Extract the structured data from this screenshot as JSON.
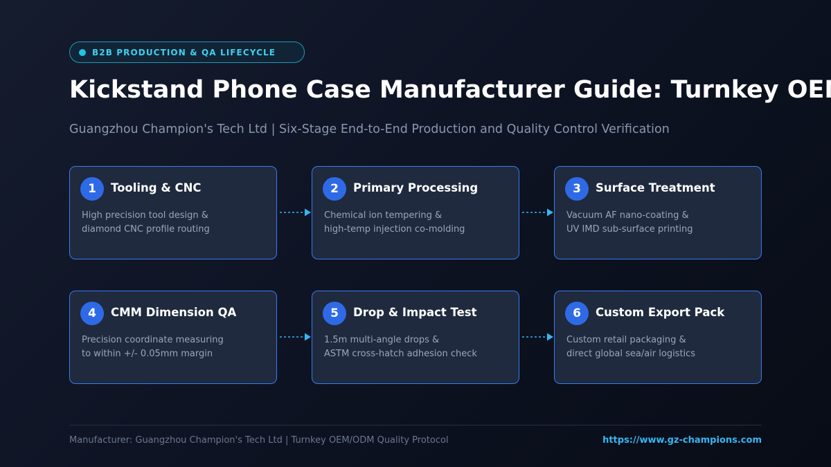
{
  "badge": {
    "text": "B2B PRODUCTION & QA LIFECYCLE"
  },
  "header": {
    "title": "Kickstand Phone Case Manufacturer Guide: Turnkey OEM/ODM",
    "subtitle": "Guangzhou Champion's Tech Ltd | Six-Stage End-to-End Production and Quality Control Verification"
  },
  "colors": {
    "background": "#0e1424",
    "card_background": "#1f2a3e",
    "card_border": "#3a7bf0",
    "number_circle": "#2f6ae6",
    "arrow": "#38b6f2",
    "badge_accent": "#22c3e6"
  },
  "stages": [
    {
      "number": "1",
      "title": "Tooling & CNC",
      "line1": "High precision tool design &",
      "line2": "diamond CNC profile routing"
    },
    {
      "number": "2",
      "title": "Primary Processing",
      "line1": "Chemical ion tempering &",
      "line2": "high-temp injection co-molding"
    },
    {
      "number": "3",
      "title": "Surface Treatment",
      "line1": "Vacuum AF nano-coating &",
      "line2": "UV IMD sub-surface printing"
    },
    {
      "number": "4",
      "title": "CMM Dimension QA",
      "line1": "Precision coordinate measuring",
      "line2": "to within +/- 0.05mm margin"
    },
    {
      "number": "5",
      "title": "Drop & Impact Test",
      "line1": "1.5m multi-angle drops &",
      "line2": "ASTM cross-hatch adhesion check"
    },
    {
      "number": "6",
      "title": "Custom Export Pack",
      "line1": "Custom retail packaging &",
      "line2": "direct global sea/air logistics"
    }
  ],
  "footer": {
    "left": "Manufacturer: Guangzhou Champion's Tech Ltd | Turnkey OEM/ODM Quality Protocol",
    "link": "https://www.gz-champions.com"
  }
}
